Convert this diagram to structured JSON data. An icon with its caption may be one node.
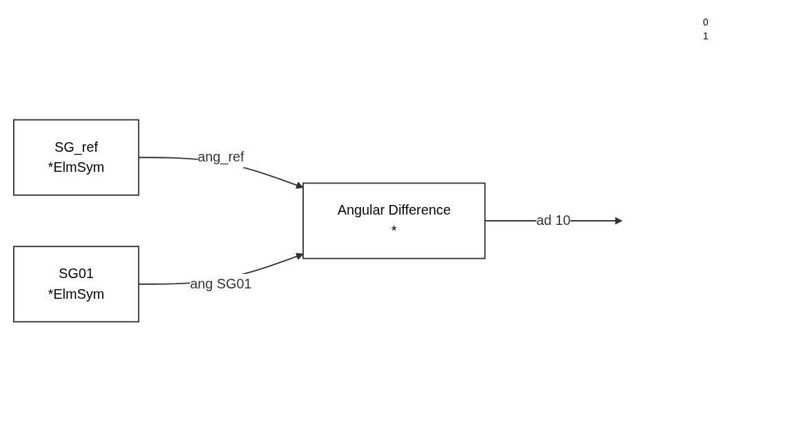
{
  "diagram": {
    "nodes": [
      {
        "text": [
          "SG_ref",
          "*ElmSym"
        ]
      },
      {
        "text": [
          "SG01",
          "*ElmSym"
        ]
      },
      {
        "text": [
          "Angular Difference",
          "*"
        ]
      }
    ],
    "edges": [
      {
        "from": 0,
        "to": 2,
        "arrow": "to",
        "label": "ang_ref"
      },
      {
        "from": 1,
        "to": 2,
        "arrow": "to",
        "label": "ang SG01"
      },
      {
        "from": 2,
        "to": null,
        "arrow": "to",
        "label": "ad 10"
      }
    ],
    "labels": [
      "0",
      "1"
    ]
  }
}
